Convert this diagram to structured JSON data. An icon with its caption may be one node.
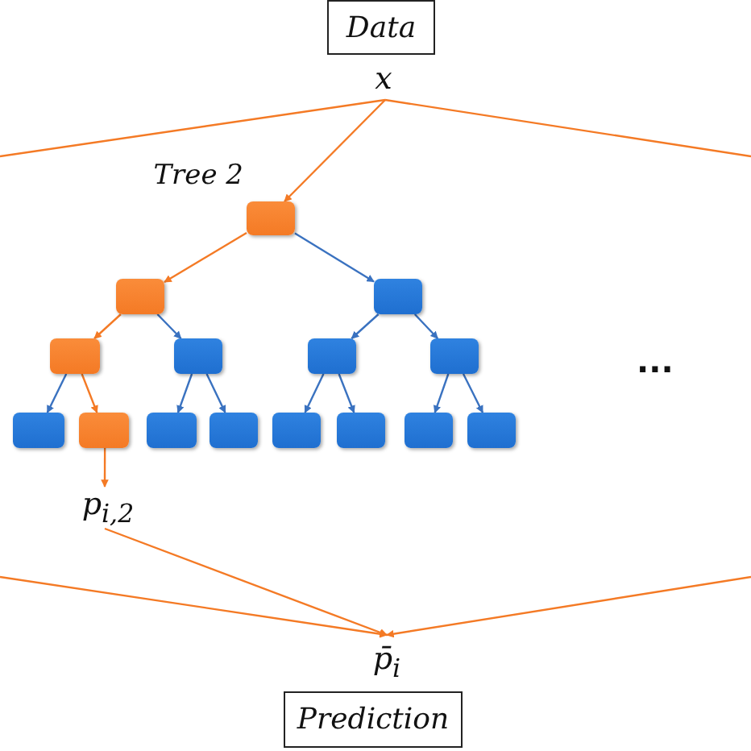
{
  "diagram": {
    "nodes": [
      {
        "text": [
          "Data"
        ]
      },
      {
        "text": [
          "x"
        ]
      },
      {
        "text": [],
        "shape": "box",
        "beside": [
          "Tree 2"
        ]
      },
      {
        "text": [],
        "shape": "box"
      },
      {
        "text": [],
        "shape": "box"
      },
      {
        "text": [],
        "shape": "box"
      },
      {
        "text": [],
        "shape": "box"
      },
      {
        "text": [],
        "shape": "box"
      },
      {
        "text": [],
        "shape": "box"
      },
      {
        "text": [],
        "shape": "box"
      },
      {
        "text": [],
        "shape": "box"
      },
      {
        "text": [],
        "shape": "box"
      },
      {
        "text": [],
        "shape": "box"
      },
      {
        "text": [],
        "shape": "box"
      },
      {
        "text": [],
        "shape": "box"
      },
      {
        "text": [],
        "shape": "box"
      },
      {
        "text": [],
        "shape": "box"
      },
      {
        "text": [
          "p$_{i,2}$"
        ]
      },
      {
        "text": [
          "p̄$_{i}$"
        ]
      },
      {
        "text": [
          "Prediction"
        ]
      }
    ],
    "edges": [
      {
        "from": 1,
        "to": 2,
        "arrow": "to",
        "color": "#f47a25"
      },
      {
        "from": 1,
        "to": null,
        "arrow": "none",
        "color": "#f47a25"
      },
      {
        "from": 1,
        "to": null,
        "arrow": "none",
        "color": "#f47a25"
      },
      {
        "from": 2,
        "to": 3,
        "arrow": "to",
        "color": "#f47a25"
      },
      {
        "from": 2,
        "to": 4,
        "arrow": "to"
      },
      {
        "from": 3,
        "to": 5,
        "arrow": "to",
        "color": "#f47a25"
      },
      {
        "from": 3,
        "to": 6,
        "arrow": "to"
      },
      {
        "from": 4,
        "to": 7,
        "arrow": "to"
      },
      {
        "from": 4,
        "to": 8,
        "arrow": "to"
      },
      {
        "from": 5,
        "to": 9,
        "arrow": "to"
      },
      {
        "from": 5,
        "to": 10,
        "arrow": "to",
        "color": "#f47a25"
      },
      {
        "from": 6,
        "to": 11,
        "arrow": "to"
      },
      {
        "from": 6,
        "to": 12,
        "arrow": "to"
      },
      {
        "from": 7,
        "to": 13,
        "arrow": "to"
      },
      {
        "from": 7,
        "to": 14,
        "arrow": "to"
      },
      {
        "from": 8,
        "to": 15,
        "arrow": "to"
      },
      {
        "from": 8,
        "to": 16,
        "arrow": "to"
      },
      {
        "from": 10,
        "to": 17,
        "arrow": "to",
        "color": "#f47a25"
      },
      {
        "from": 17,
        "to": 18,
        "arrow": "to",
        "color": "#f47a25"
      },
      {
        "from": null,
        "to": 18,
        "arrow": "to",
        "color": "#f47a25"
      },
      {
        "from": null,
        "to": 18,
        "arrow": "to",
        "color": "#f47a25"
      }
    ],
    "labels": [
      "..."
    ]
  }
}
